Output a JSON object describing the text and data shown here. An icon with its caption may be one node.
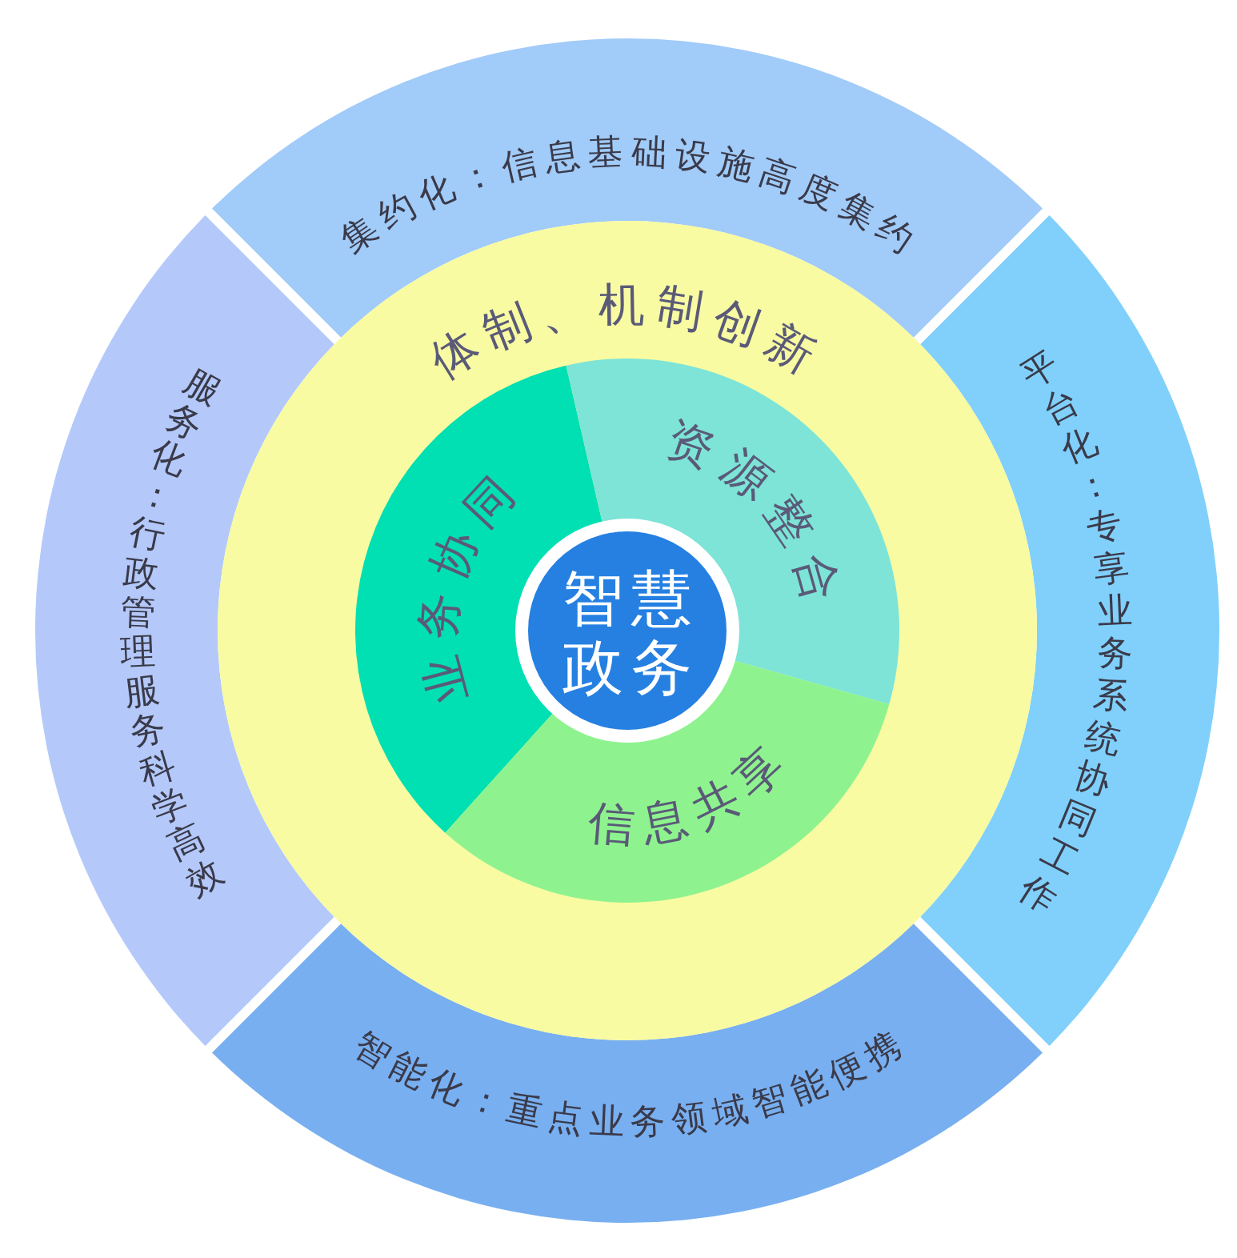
{
  "diagram": {
    "nodes": [
      {
        "text": [
          "集约化：信息基础设施高度集约"
        ]
      },
      {
        "text": [
          "平台化：专享业务系统协同工作"
        ]
      },
      {
        "text": [
          "智能化：重点业务领域智能便携"
        ]
      },
      {
        "text": [
          "服务化：行政管理服务科学高效"
        ]
      },
      {
        "text": [
          "体制、机制创新"
        ]
      },
      {
        "text": [
          "业务协同"
        ],
        "in": 4
      },
      {
        "text": [
          "资源整合"
        ],
        "in": 4
      },
      {
        "text": [
          "信息共享"
        ],
        "in": 4
      },
      {
        "text": [
          "智慧政务"
        ],
        "in": 4
      }
    ]
  }
}
